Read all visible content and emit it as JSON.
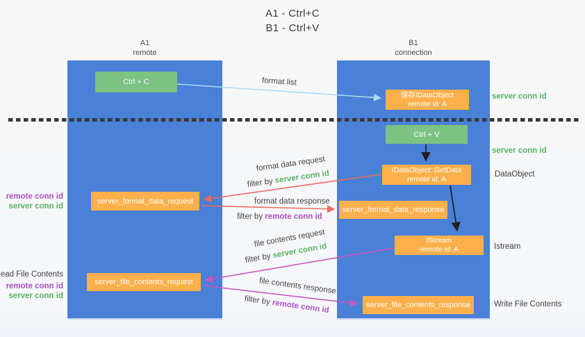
{
  "title": [
    "A1 - Ctrl+C",
    "B1 - Ctrl+V"
  ],
  "lanes": {
    "a1": {
      "name": "A1",
      "role": "remote"
    },
    "b1": {
      "name": "B1",
      "role": "connection"
    }
  },
  "nodes": {
    "ctrl_c": "Ctrl + C",
    "ctrl_v": "Ctrl + V",
    "save_idataobject": {
      "title": "保存IDataObject",
      "subtitle": "remote id: A"
    },
    "idataobject_getdata": {
      "title": "IDataObject::GetData",
      "subtitle": "remote id: A"
    },
    "istream": {
      "title": "IStream",
      "subtitle": "remote id: A"
    },
    "server_format_data_request": "server_format_data_request",
    "server_format_data_response": "server_format_data_response",
    "server_file_contents_request": "server_file_contents_request",
    "server_file_contents_response": "server_file_contents_response"
  },
  "edge_labels": {
    "format_list": "format list",
    "format_data_request": "format data request",
    "format_data_response": "format data response",
    "file_contents_request": "file contents request",
    "file_contents_response": "file contents response",
    "filter_by": "filter by",
    "server_conn_id": "server conn id",
    "remote_conn_id": "remote conn id"
  },
  "side_labels": {
    "server_conn_id": "server conn id",
    "remote_conn_id": "remote conn id",
    "dataobject": "DataObject",
    "istream": "Istream",
    "read_file_contents": "Read File Contents",
    "write_file_contents": "Write File Contents"
  },
  "colors": {
    "lane_fill": "#4a80d6",
    "node_orange": "#fbb04b",
    "node_green": "#7cc383",
    "arrow_blue": "#a9d9f2",
    "arrow_red": "#ed6a5f",
    "arrow_magenta": "#c857c3",
    "arrow_black": "#1f1f1f",
    "text_green": "#58b163",
    "text_purple": "#a94fc0",
    "text_dark": "#454545"
  }
}
